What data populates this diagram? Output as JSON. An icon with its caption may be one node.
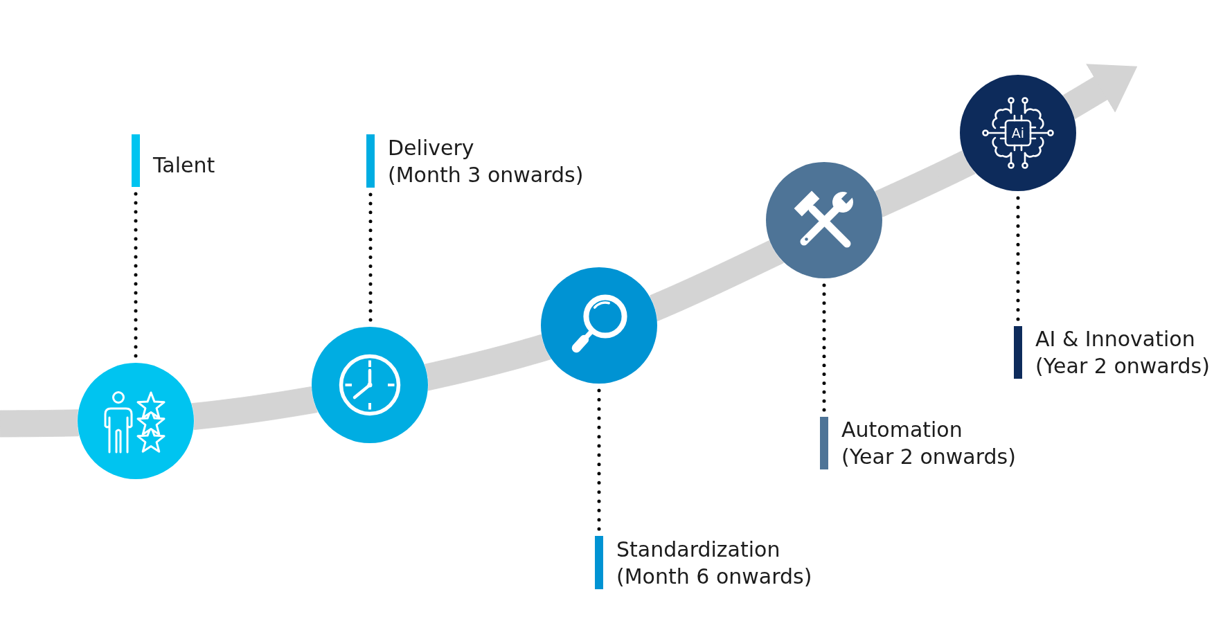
{
  "diagram": {
    "nodes": [
      {
        "text": [
          "Talent"
        ]
      },
      {
        "text": [],
        "shape": "circle"
      },
      {
        "text": [
          "Delivery",
          "(Month 3 onwards)"
        ]
      },
      {
        "text": [],
        "shape": "circle"
      },
      {
        "text": [],
        "shape": "circle"
      },
      {
        "text": [
          "Standardization",
          "(Month 6 onwards)"
        ]
      },
      {
        "text": [],
        "shape": "circle"
      },
      {
        "text": [
          "Automation",
          "(Year 2 onwards)"
        ]
      },
      {
        "text": [
          "Ai"
        ]
      },
      {
        "text": [
          "AI & Innovation",
          "(Year 2 onwards)"
        ]
      }
    ],
    "edges": [
      {
        "from": null,
        "to": 1,
        "arrow": "none"
      },
      {
        "from": 1,
        "to": 3,
        "arrow": "none"
      },
      {
        "from": 3,
        "to": 4,
        "arrow": "none"
      },
      {
        "from": 4,
        "to": 6,
        "arrow": "none"
      },
      {
        "from": 6,
        "to": 8,
        "arrow": "none"
      },
      {
        "from": 8,
        "to": null,
        "arrow": "to"
      },
      {
        "from": 0,
        "to": 1,
        "arrow": "none",
        "style": "dashed",
        "color": "#000000"
      },
      {
        "from": 2,
        "to": 3,
        "arrow": "none",
        "style": "dashed",
        "color": "#000000"
      },
      {
        "from": 5,
        "to": 4,
        "arrow": "none",
        "style": "dashed",
        "color": "#000000"
      },
      {
        "from": 7,
        "to": 6,
        "arrow": "none",
        "style": "dashed",
        "color": "#000000"
      },
      {
        "from": 9,
        "to": 8,
        "arrow": "none",
        "style": "dashed",
        "color": "#000000"
      }
    ]
  }
}
